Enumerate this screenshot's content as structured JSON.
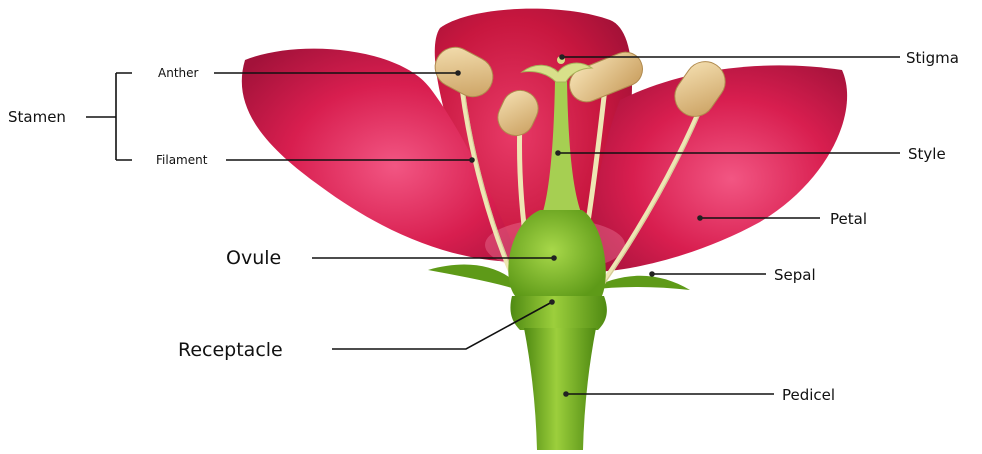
{
  "labels": {
    "stamen": "Stamen",
    "anther": "Anther",
    "filament": "Filament",
    "ovule": "Ovule",
    "receptacle": "Receptacle",
    "stigma": "Stigma",
    "style": "Style",
    "petal": "Petal",
    "sepal": "Sepal",
    "pedicel": "Pedicel"
  },
  "colors": {
    "petal": "#d81e4f",
    "petal_dark": "#a3123a",
    "petal_light": "#f04f7a",
    "green": "#7fba2a",
    "green_dark": "#4f8a12",
    "anther": "#e2c48e",
    "filament": "#eee6b4",
    "line": "#111111"
  }
}
